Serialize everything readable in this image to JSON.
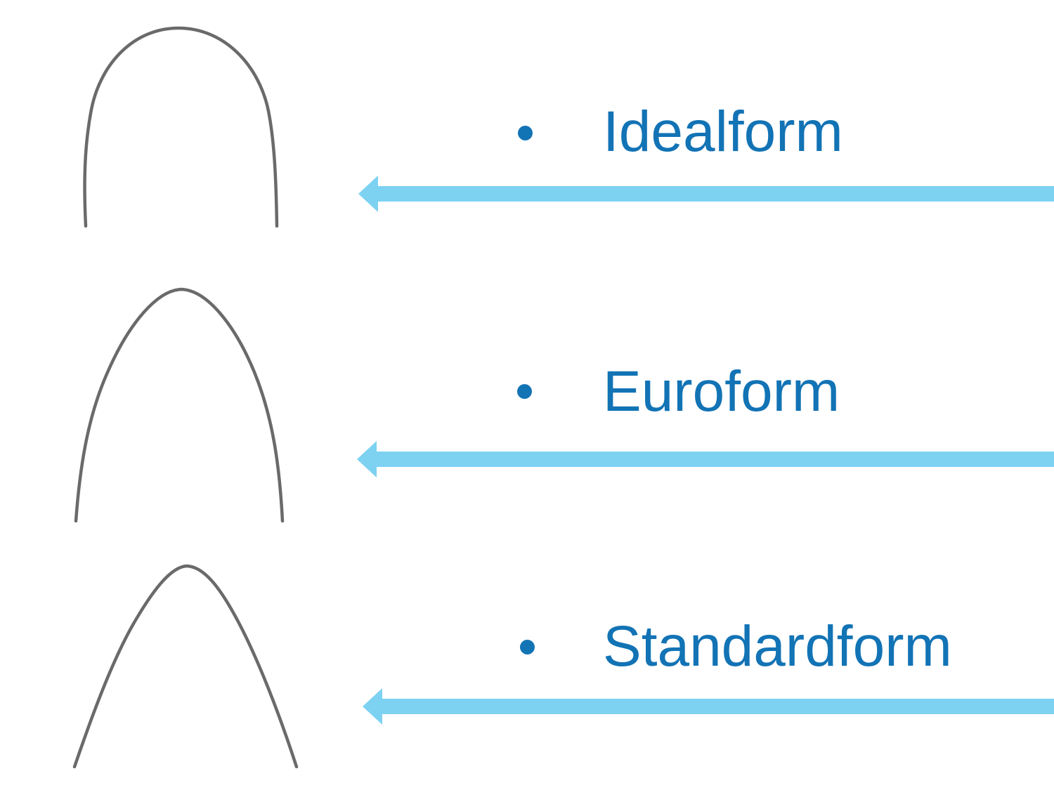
{
  "slide": {
    "rows": [
      {
        "label": "Idealform",
        "wire_icon": "idealform-archwire-icon"
      },
      {
        "label": "Euroform",
        "wire_icon": "euroform-archwire-icon"
      },
      {
        "label": "Standardform",
        "wire_icon": "standardform-archwire-icon"
      }
    ],
    "colors": {
      "label_blue": "#1273b5",
      "arrow_blue": "#7dd2f2",
      "wire_gray": "#6a6a6a",
      "background": "#ffffff"
    }
  }
}
